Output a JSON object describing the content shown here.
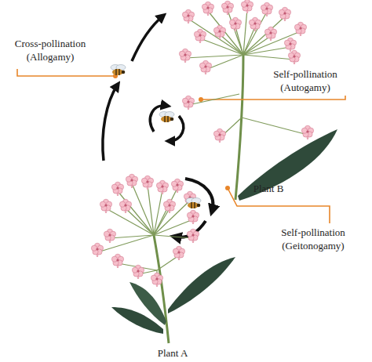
{
  "diagram": {
    "labels": [
      "Cross-pollination (Allogamy)",
      "Self-pollination (Autogamy)",
      "Plant B",
      "Self-pollination (Geitonogamy)",
      "Plant A"
    ]
  }
}
